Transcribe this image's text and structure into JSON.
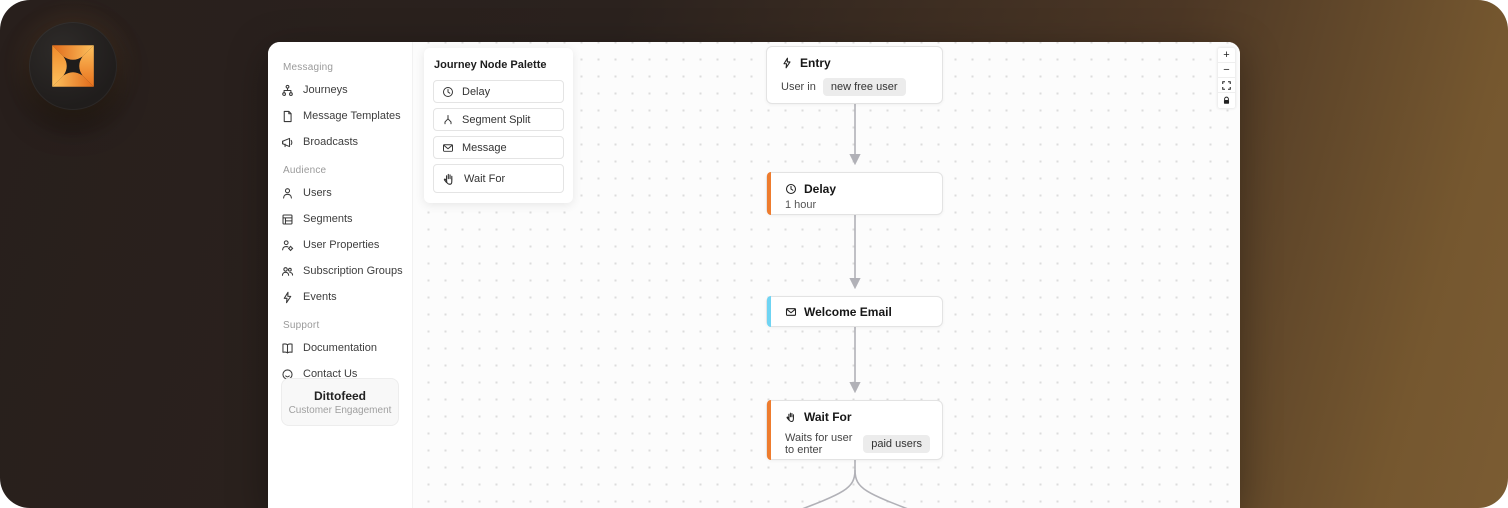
{
  "brand": {
    "name": "Dittofeed",
    "tagline": "Customer Engagement"
  },
  "sidebar": {
    "sections": [
      {
        "label": "Messaging",
        "items": [
          {
            "label": "Journeys"
          },
          {
            "label": "Message Templates"
          },
          {
            "label": "Broadcasts"
          }
        ]
      },
      {
        "label": "Audience",
        "items": [
          {
            "label": "Users"
          },
          {
            "label": "Segments"
          },
          {
            "label": "User Properties"
          },
          {
            "label": "Subscription Groups"
          },
          {
            "label": "Events"
          }
        ]
      },
      {
        "label": "Support",
        "items": [
          {
            "label": "Documentation"
          },
          {
            "label": "Contact Us"
          }
        ]
      }
    ]
  },
  "palette": {
    "title": "Journey Node Palette",
    "items": [
      {
        "label": "Delay"
      },
      {
        "label": "Segment Split"
      },
      {
        "label": "Message"
      },
      {
        "label": "Wait For"
      }
    ]
  },
  "flow": {
    "nodes": {
      "entry": {
        "title": "Entry",
        "body_prefix": "User in",
        "badge": "new free user"
      },
      "delay": {
        "title": "Delay",
        "body": "1 hour"
      },
      "welcome": {
        "title": "Welcome Email"
      },
      "wait": {
        "title": "Wait For",
        "body_prefix": "Waits for user to enter",
        "badge": "paid users"
      }
    },
    "controls": {
      "zoom_in": "+",
      "zoom_out": "−"
    }
  },
  "colors": {
    "accent_orange": "#ee7c2e",
    "accent_cyan": "#6fd4f3",
    "edge": "#b1b1b7",
    "canvas_bg": "#fcfcfc"
  }
}
